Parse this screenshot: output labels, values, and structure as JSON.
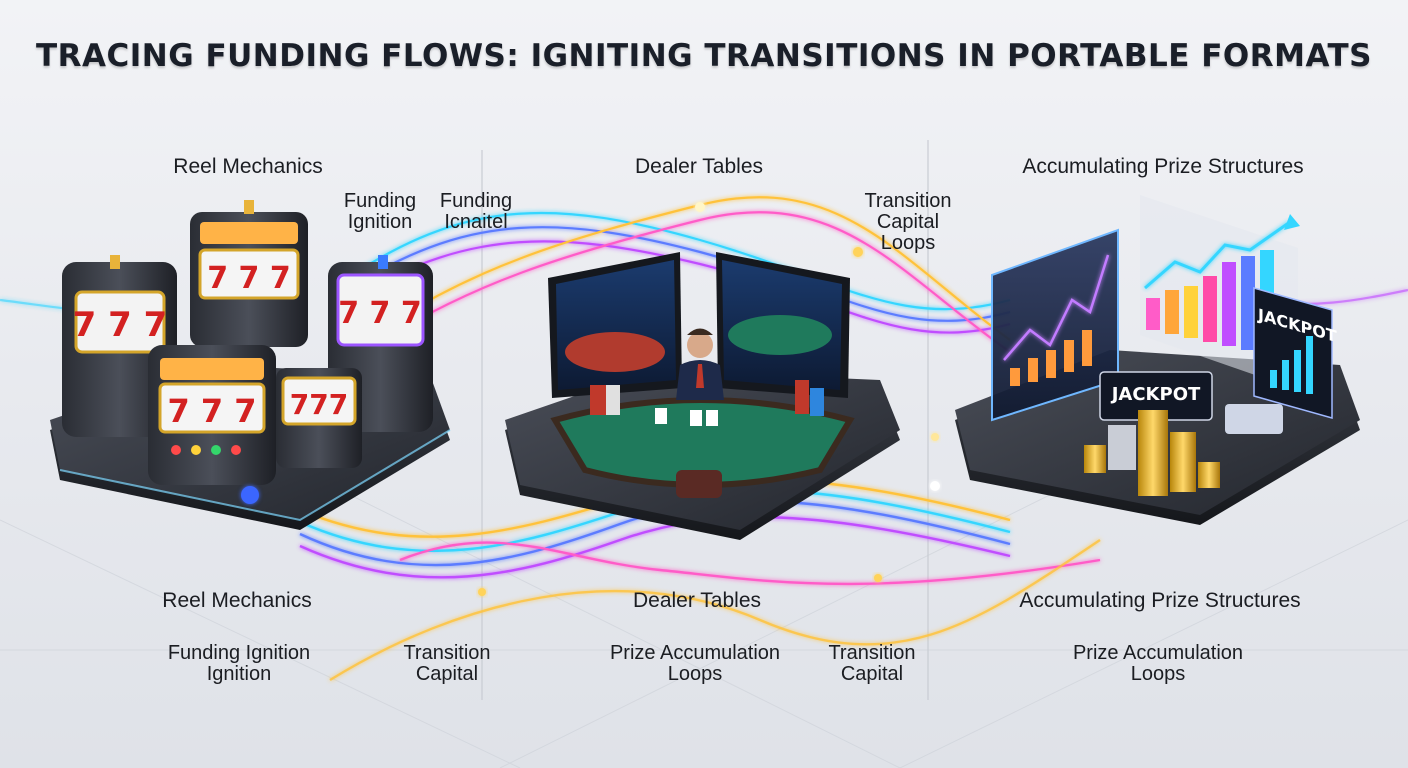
{
  "title": "TRACING FUNDING FLOWS: IGNITING TRANSITIONS IN PORTABLE FORMATS",
  "top": {
    "left_heading": "Reel Mechanics",
    "center_heading": "Dealer Tables",
    "right_heading": "Accumulating Prize Structures",
    "flow_label_1_line1": "Funding",
    "flow_label_1_line2": "Ignition",
    "flow_label_2_line1": "Funding",
    "flow_label_2_line2": "Icnaitel",
    "flow_label_3_line1": "Transition",
    "flow_label_3_line2": "Capital",
    "flow_label_3_line3": "Loops"
  },
  "bottom": {
    "left_heading": "Reel Mechanics",
    "center_heading": "Dealer Tables",
    "right_heading": "Accumulating Prize Structures",
    "left_sub_line1": "Funding Ignition",
    "left_sub_line2": "Ignition",
    "trans1_line1": "Transition",
    "trans1_line2": "Capital",
    "center_sub_line1": "Prize Accumulation",
    "center_sub_line2": "Loops",
    "trans2_line1": "Transition",
    "trans2_line2": "Capital",
    "right_sub_line1": "Prize Accumulation",
    "right_sub_line2": "Loops"
  },
  "slot_reels": [
    "7",
    "7",
    "7"
  ],
  "jackpot_labels": [
    "JACKPOT",
    "JACKPOT"
  ],
  "colors": {
    "flow_cyan": "#34d6ff",
    "flow_blue": "#5b7cff",
    "flow_purple": "#c04dff",
    "flow_pink": "#ff5cc8",
    "flow_gold": "#ffc23a",
    "platform_dark": "#23262d",
    "felt_green": "#1f7a5c"
  }
}
